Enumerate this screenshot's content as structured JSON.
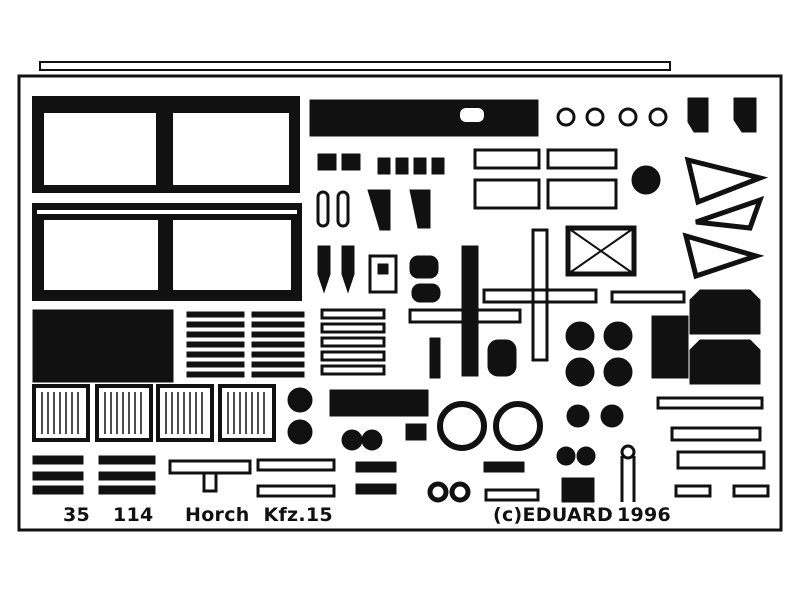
{
  "caption": {
    "set_number": "35",
    "set_id": "114",
    "title": "Horch  Kfz.15",
    "copyright": "(c)EDUARD",
    "year": "1996"
  },
  "colors": {
    "background": "#ffffff",
    "metal": "#111111"
  }
}
